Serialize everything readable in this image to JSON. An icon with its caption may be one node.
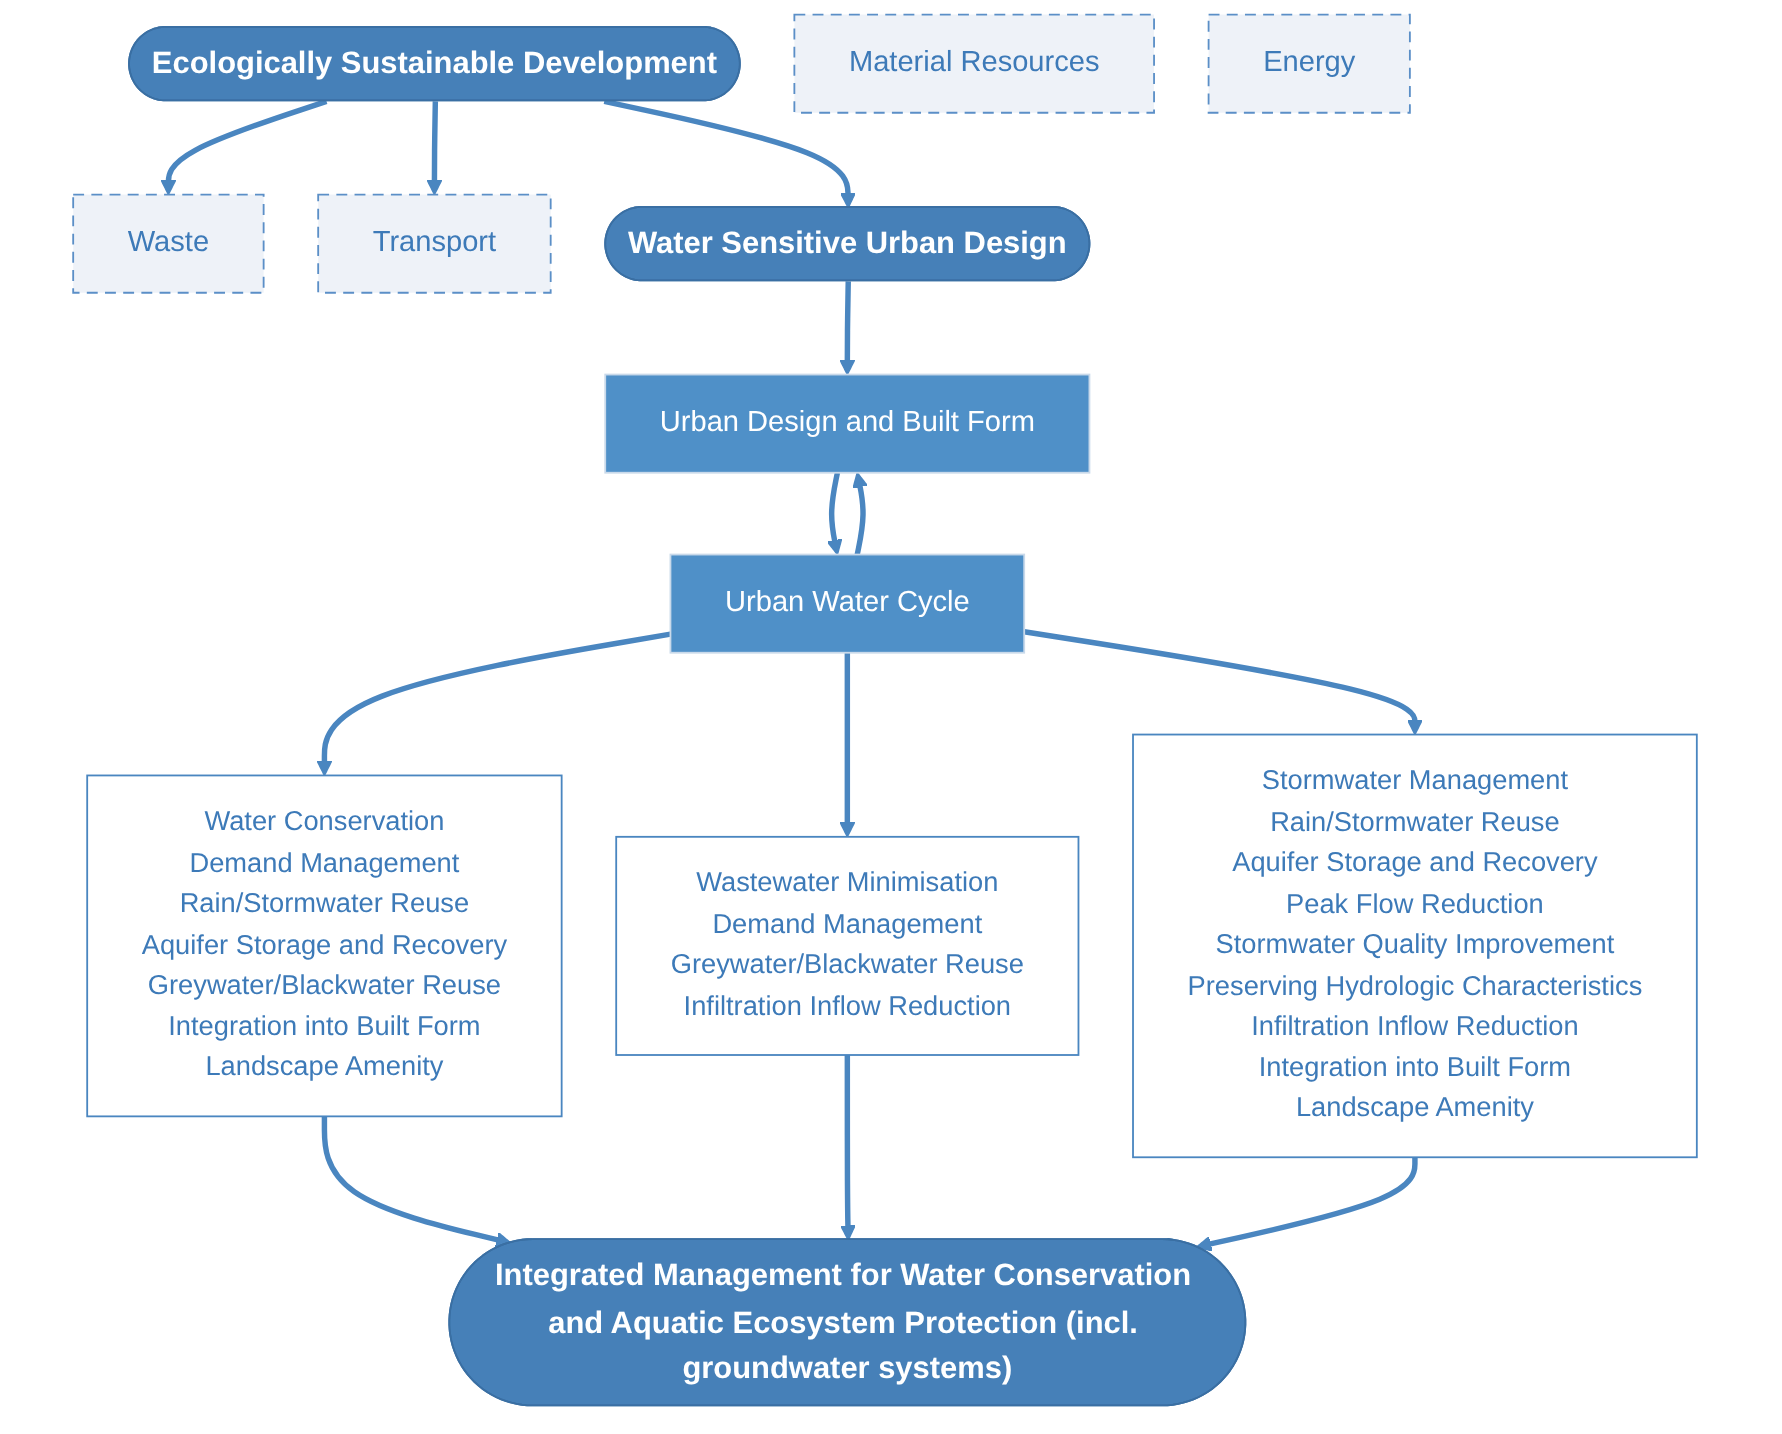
{
  "diagram": {
    "nodes": [
      {
        "text": [
          "Ecologically Sustainable Development"
        ]
      },
      {
        "text": [
          "Waste"
        ]
      },
      {
        "text": [
          "Material Resources"
        ]
      },
      {
        "text": [
          "Transport"
        ]
      },
      {
        "text": [
          "Energy"
        ]
      },
      {
        "text": [
          "Water Sensitive Urban Design"
        ]
      },
      {
        "text": [
          "Urban Design and Built Form"
        ]
      },
      {
        "text": [
          "Urban Water Cycle"
        ]
      },
      {
        "text": [
          "Water Conservation",
          "Demand Management",
          "Rain/Stormwater Reuse",
          "Aquifer Storage and Recovery",
          "Greywater/Blackwater Reuse",
          "Integration into Built Form",
          "Landscape Amenity"
        ]
      },
      {
        "text": [
          "Wastewater Minimisation",
          "Demand Management",
          "Greywater/Blackwater Reuse",
          "Infiltration Inflow Reduction"
        ]
      },
      {
        "text": [
          "Stormwater Management",
          "Rain/Stormwater Reuse",
          "Aquifer Storage and Recovery",
          "Peak Flow Reduction",
          "Stormwater Quality Improvement",
          "Preserving Hydrologic Characteristics",
          "Infiltration Inflow Reduction",
          "Integration into Built Form",
          "Landscape Amenity"
        ]
      },
      {
        "text": [
          "Integrated Management for Water Conservation and Aquatic Ecosystem Protection (incl. groundwater systems)"
        ]
      }
    ],
    "edges": [
      {
        "from": 0,
        "to": 1,
        "arrow": "to"
      },
      {
        "from": 0,
        "to": 3,
        "arrow": "to"
      },
      {
        "from": 0,
        "to": 5,
        "arrow": "to"
      },
      {
        "from": 5,
        "to": 6,
        "arrow": "to"
      },
      {
        "from": 6,
        "to": 7,
        "arrow": "to"
      },
      {
        "from": 7,
        "to": 6,
        "arrow": "to"
      },
      {
        "from": 7,
        "to": 8,
        "arrow": "to"
      },
      {
        "from": 7,
        "to": 9,
        "arrow": "to"
      },
      {
        "from": 7,
        "to": 10,
        "arrow": "to"
      },
      {
        "from": 8,
        "to": 11,
        "arrow": "to"
      },
      {
        "from": 9,
        "to": 11,
        "arrow": "to"
      },
      {
        "from": 10,
        "to": 11,
        "arrow": "to"
      }
    ]
  }
}
